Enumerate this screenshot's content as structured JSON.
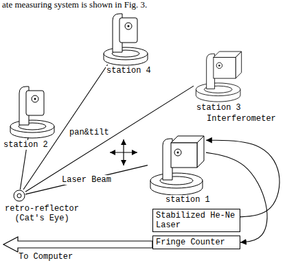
{
  "diagram": {
    "nodes": [
      {
        "text": [
          "station 4"
        ]
      },
      {
        "text": [
          "station 3"
        ]
      },
      {
        "text": [
          "station 2"
        ]
      },
      {
        "text": [
          "station 1"
        ]
      },
      {
        "text": [
          "retro-reflector (Cat's Eye)"
        ]
      },
      {
        "text": [
          "Stabilized He-Ne Laser"
        ]
      },
      {
        "text": [
          "Fringe Counter"
        ]
      }
    ],
    "edges": [
      {
        "from": 4,
        "to": 0,
        "arrow": "none"
      },
      {
        "from": 4,
        "to": 1,
        "arrow": "none"
      },
      {
        "from": 4,
        "to": 2,
        "arrow": "none"
      },
      {
        "from": 4,
        "to": 3,
        "arrow": "none",
        "label": "Laser Beam"
      },
      {
        "from": 5,
        "to": 3,
        "arrow": "to"
      },
      {
        "from": 3,
        "to": 6,
        "arrow": "to"
      }
    ],
    "labels": [
      "ate measuring system is shown in Fig. 3.",
      "pan&tilt",
      "Interferometer",
      "To Computer"
    ]
  }
}
